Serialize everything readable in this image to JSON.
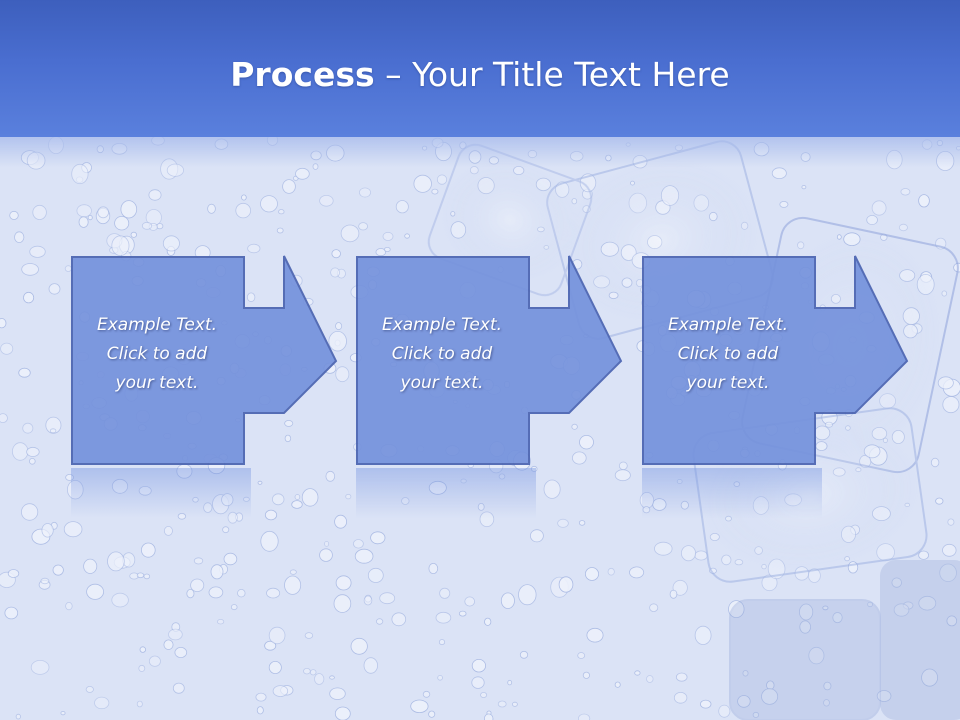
{
  "title": {
    "bold": "Process",
    "rest": " – Your Title Text Here"
  },
  "steps": [
    {
      "lines": [
        "Example Text.",
        "Click  to add",
        "your text."
      ]
    },
    {
      "lines": [
        "Example Text.",
        "Click  to add",
        "your text."
      ]
    },
    {
      "lines": [
        "Example Text.",
        "Click  to add",
        "your text."
      ]
    }
  ],
  "colors": {
    "title_bar": "#4a6ed0",
    "box_fill": "#7592dc",
    "box_stroke": "#4a63b0",
    "text": "#ffffff"
  }
}
